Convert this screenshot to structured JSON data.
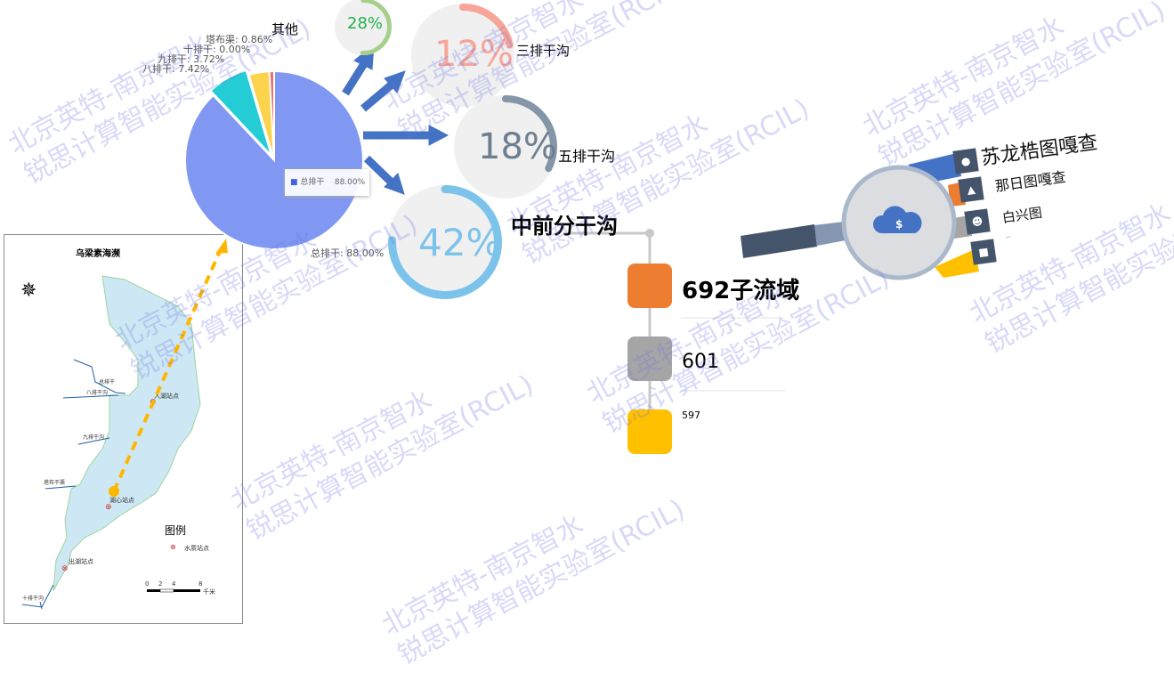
{
  "watermark": {
    "line1": "北京英特-南京智水",
    "line2": "锐思计算智能实验室(RCIL)"
  },
  "chart_data": {
    "type": "pie",
    "slices": [
      {
        "name": "总排干",
        "value": 88.0,
        "label": "总排干: 88.00%",
        "color": "#8098f2"
      },
      {
        "name": "八排干",
        "value": 7.42,
        "label": "八排干: 7.42%",
        "color": "#24ccd6"
      },
      {
        "name": "九排干",
        "value": 3.72,
        "label": "九排干: 3.72%",
        "color": "#fcd34d"
      },
      {
        "name": "十排干",
        "value": 0.0,
        "label": "十排干: 0.00%",
        "color": "#f5a26a"
      },
      {
        "name": "塔布渠",
        "value": 0.86,
        "label": "塔布渠: 0.86%",
        "color": "#f26d6d"
      }
    ],
    "annotation": "其他",
    "tooltip": {
      "name": "总排干",
      "value": "88.00%"
    }
  },
  "donuts": [
    {
      "value": 28,
      "text": "28%",
      "color": "#a6d08a",
      "textColor": "#22b14c",
      "label": ""
    },
    {
      "value": 12,
      "text": "12%",
      "color": "#f7a598",
      "textColor": "#f7a598",
      "label": "三排干沟"
    },
    {
      "value": 18,
      "text": "18%",
      "color": "#8496a8",
      "textColor": "#6e7f90",
      "label": "五排干沟"
    },
    {
      "value": 42,
      "text": "42%",
      "color": "#7cc3ec",
      "textColor": "#7cc3ec",
      "label": "中前分干沟"
    }
  ],
  "timeline": [
    {
      "text": "692子流域",
      "color": "#ed7d31"
    },
    {
      "text": "601",
      "color": "#a5a5a5"
    },
    {
      "text": "597",
      "color": "#ffc000"
    }
  ],
  "magnifier": {
    "center_icon": "cloud-dollar-icon",
    "items": [
      {
        "label": "苏龙梏图嘎查",
        "color": "#4472c4",
        "icon": "bomb-icon"
      },
      {
        "label": "那日图嘎查",
        "color": "#ed7d31",
        "icon": "binoculars-icon"
      },
      {
        "label": "白兴图",
        "color": "#a5a5a5",
        "icon": "users-icon"
      },
      {
        "label": "...",
        "color": "#ffc000",
        "icon": "bag-icon"
      }
    ]
  },
  "map": {
    "title": "乌梁素海濒",
    "stations": [
      "入湖站点",
      "湖心站点",
      "出湖站点"
    ],
    "rivers": [
      "总排干",
      "八排干沟",
      "九排干沟",
      "塔布干渠",
      "十排干沟"
    ],
    "legend_title": "图例",
    "legend_item": "水质站点",
    "scale": [
      "0",
      "2",
      "4",
      "8"
    ],
    "scale_unit": "千米"
  }
}
